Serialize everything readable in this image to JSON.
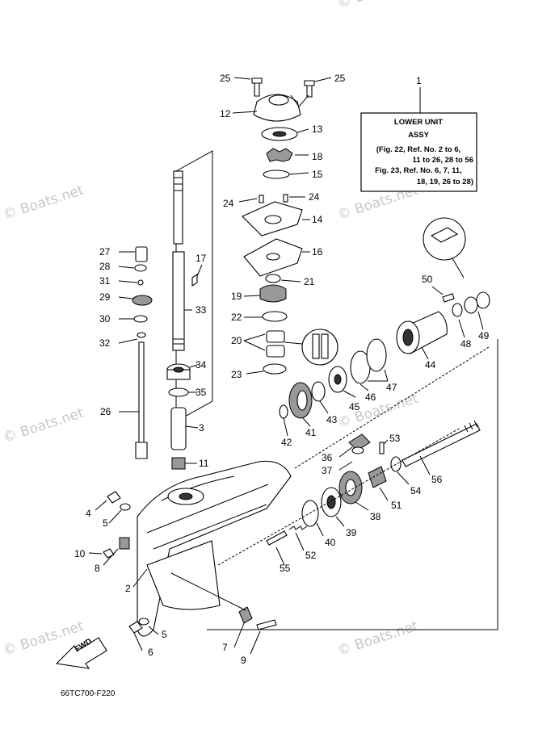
{
  "watermark": "© Boats.net",
  "info_box": {
    "ref_number": "1",
    "line1": "LOWER UNIT",
    "line2": "ASSY",
    "line3": "(Fig. 22, Ref. No. 2 to 6,",
    "line4": "11 to 26, 28 to 56",
    "line5": "Fig. 23, Ref. No. 6, 7, 11,",
    "line6": "18, 19, 26 to 28)"
  },
  "fwd_label": "FWD",
  "diagram_code": "66TC700-F220",
  "callouts": [
    "25",
    "25",
    "12",
    "13",
    "18",
    "15",
    "24",
    "24",
    "14",
    "16",
    "21",
    "19",
    "22",
    "20",
    "23",
    "27",
    "28",
    "31",
    "29",
    "30",
    "32",
    "17",
    "33",
    "34",
    "35",
    "3",
    "11",
    "26",
    "4",
    "5",
    "10",
    "8",
    "2",
    "5",
    "6",
    "7",
    "9",
    "50",
    "48",
    "49",
    "44",
    "47",
    "46",
    "45",
    "43",
    "41",
    "42",
    "36",
    "37",
    "53",
    "51",
    "54",
    "56",
    "38",
    "39",
    "40",
    "52",
    "55"
  ]
}
